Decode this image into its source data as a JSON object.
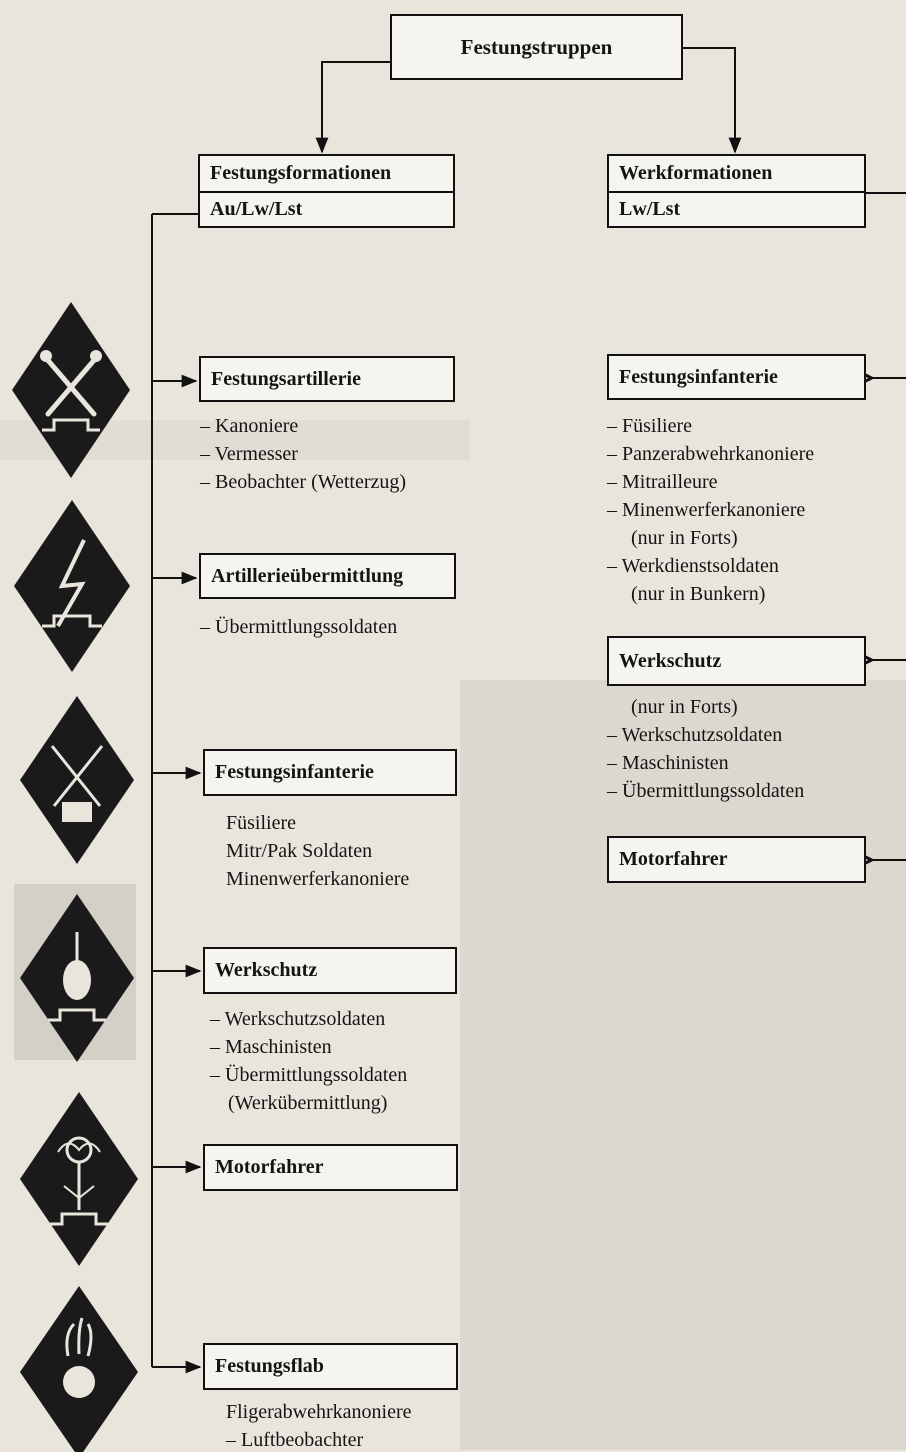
{
  "root": {
    "label": "Festungstruppen"
  },
  "left_group": {
    "title": "Festungsformationen",
    "subtitle": "Au/Lw/Lst",
    "branches": [
      {
        "label": "Festungsartillerie",
        "items": [
          "– Kanoniere",
          "– Vermesser",
          "– Beobachter (Wetterzug)"
        ],
        "badge_icon": "crossed-cannons-icon"
      },
      {
        "label": "Artillerieübermittlung",
        "items": [
          "– Übermittlungssoldaten"
        ],
        "badge_icon": "lightning-bolt-icon"
      },
      {
        "label": "Festungsinfanterie",
        "items": [
          "Füsiliere",
          "Mitr/Pak Soldaten",
          "Minenwerferkanoniere"
        ],
        "badge_icon": "crossed-rifles-icon"
      },
      {
        "label": "Werkschutz",
        "items": [
          "– Werkschutzsoldaten",
          "– Maschinisten",
          "– Übermittlungssoldaten",
          "(Werkübermittlung)"
        ],
        "badge_icon": "grenade-icon"
      },
      {
        "label": "Motorfahrer",
        "items": [],
        "badge_icon": "winged-wheel-icon"
      },
      {
        "label": "Festungsflab",
        "items": [
          "Fligerabwehrkanoniere",
          "– Luftbeobachter"
        ],
        "badge_icon": "flaming-grenade-icon"
      }
    ]
  },
  "right_group": {
    "title": "Werkformationen",
    "subtitle": "Lw/Lst",
    "branches": [
      {
        "label": "Festungsinfanterie",
        "items": [
          "– Füsiliere",
          "– Panzerabwehrkanoniere",
          "– Mitrailleure",
          "– Minenwerferkanoniere",
          "(nur in Forts)",
          "– Werkdienstsoldaten",
          "(nur in Bunkern)"
        ]
      },
      {
        "label": "Werkschutz",
        "items": [
          "(nur in Forts)",
          "– Werkschutzsoldaten",
          "– Maschinisten",
          "– Übermittlungssoldaten"
        ]
      },
      {
        "label": "Motorfahrer",
        "items": []
      }
    ]
  },
  "colors": {
    "ink": "#111111",
    "paper": "#e9e5dc",
    "box_fill": "#f6f4ef",
    "badge": "#1a1a1a"
  }
}
